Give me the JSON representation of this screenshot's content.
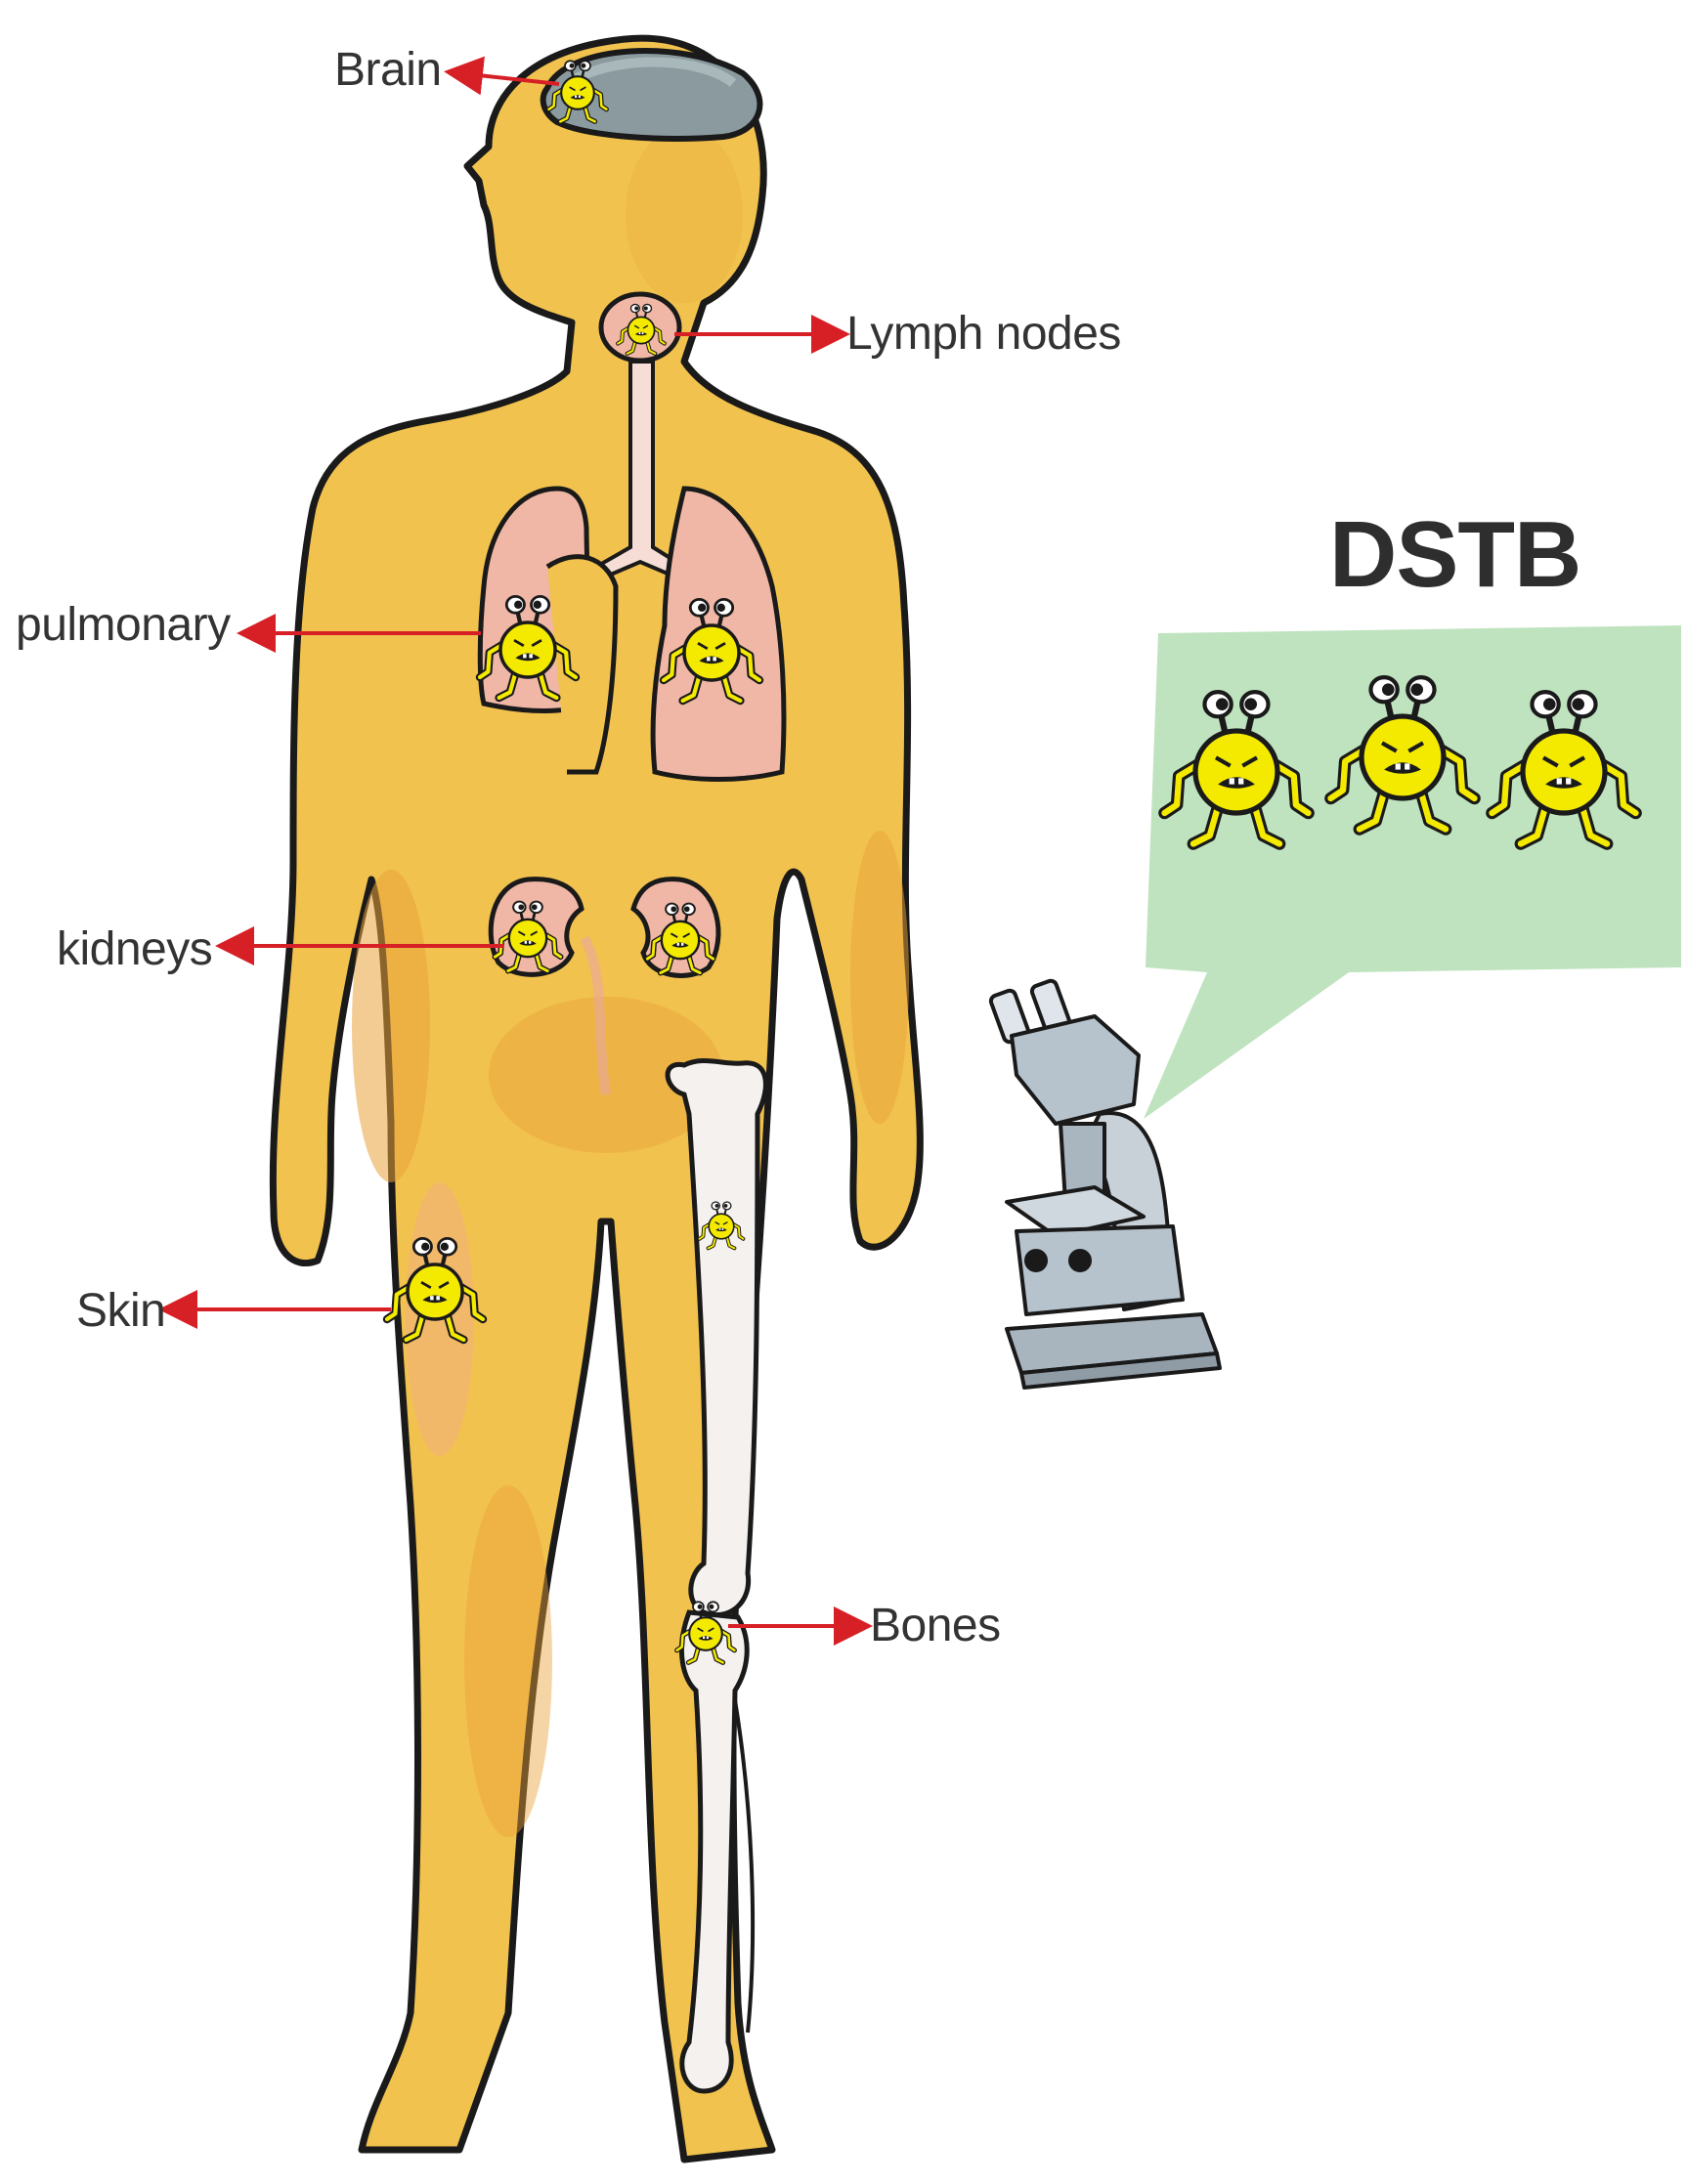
{
  "title": "DSTB",
  "labels": {
    "brain": "Brain",
    "lymph": "Lymph nodes",
    "pulmonary": "pulmonary",
    "kidneys": "kidneys",
    "skin": "Skin",
    "bones": "Bones"
  },
  "colors": {
    "body_fill": "#f2c24e",
    "outline": "#1a1a1a",
    "organ_pink": "#f0b7a6",
    "brain_gray": "#8a9a9e",
    "bone": "#f4f1ee",
    "germ_yellow": "#f4ea00",
    "arrow_red": "#d71f26",
    "bubble_green": "#bfe3bf",
    "microscope": "#b7c3cc"
  }
}
